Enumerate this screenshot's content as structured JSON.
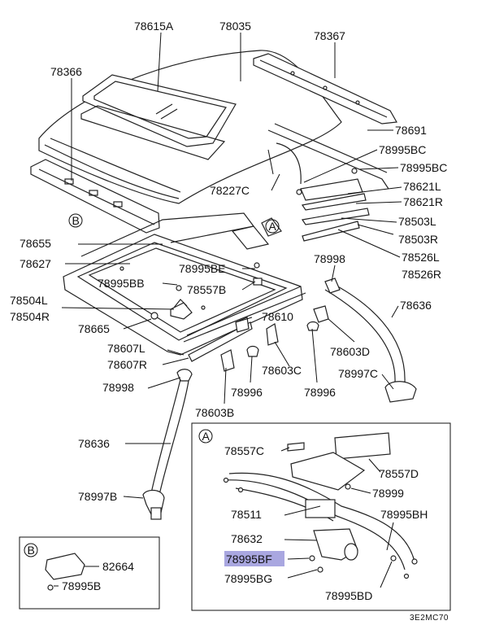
{
  "labels": {
    "p78615A": "78615A",
    "p78035": "78035",
    "p78367": "78367",
    "p78366": "78366",
    "p78691": "78691",
    "p78995BC_1": "78995BC",
    "p78995BC_2": "78995BC",
    "p78621L": "78621L",
    "p78621R": "78621R",
    "p78227C": "78227C",
    "p78503L": "78503L",
    "p78503R": "78503R",
    "p78526L": "78526L",
    "p78526R": "78526R",
    "p78655": "78655",
    "p78627": "78627",
    "p78995BE": "78995BE",
    "p78998_top": "78998",
    "p78995BB": "78995BB",
    "p78557B": "78557B",
    "p78504L": "78504L",
    "p78504R": "78504R",
    "p78665": "78665",
    "p78610": "78610",
    "p78636_right": "78636",
    "p78607L": "78607L",
    "p78607R": "78607R",
    "p78603D": "78603D",
    "p78603C": "78603C",
    "p78997C": "78997C",
    "p78998_left": "78998",
    "p78996_1": "78996",
    "p78996_2": "78996",
    "p78603B": "78603B",
    "p78636_left": "78636",
    "p78997B": "78997B",
    "p78557C": "78557C",
    "p78557D": "78557D",
    "p78999": "78999",
    "p78511": "78511",
    "p78995BH": "78995BH",
    "p78632": "78632",
    "p78995BF": "78995BF",
    "p78995BG": "78995BG",
    "p78995BD": "78995BD",
    "p82664": "82664",
    "p78995B": "78995B",
    "callout_A1": "A",
    "callout_A2": "A",
    "callout_B1": "B",
    "callout_B2": "B",
    "diagram_code": "3E2MC70"
  },
  "highlight": {
    "part": "78995BF",
    "color": "#a9a7e0"
  }
}
